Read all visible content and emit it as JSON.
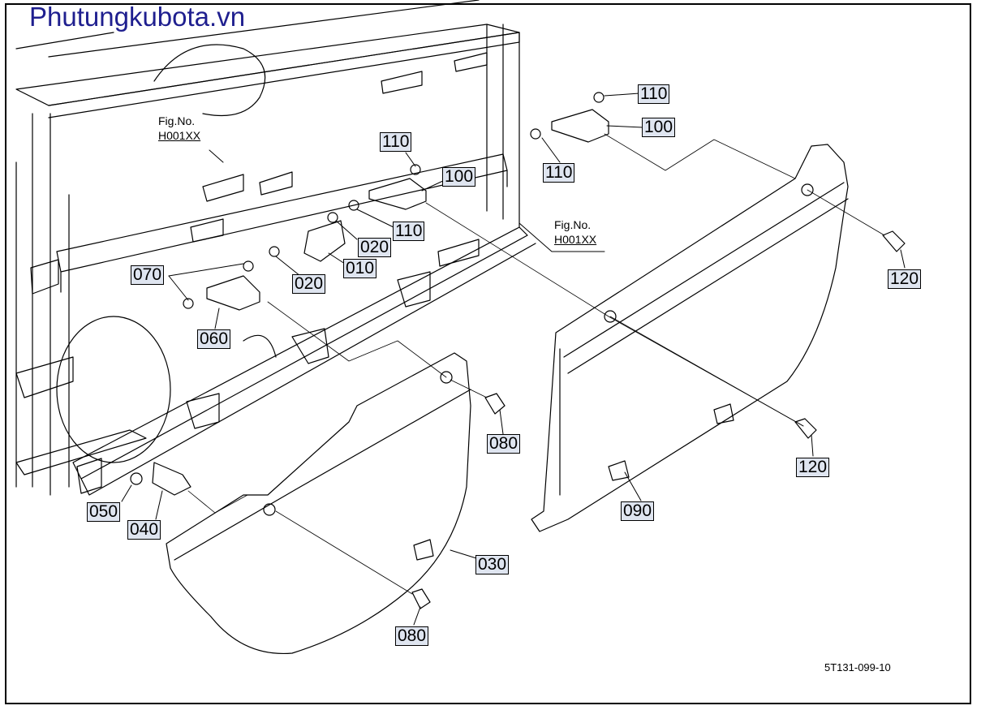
{
  "watermark": "Phutungkubota.vn",
  "drawing_number": "5T131-099-10",
  "fig_refs": [
    {
      "line1": "Fig.No.",
      "line2": "H001XX"
    },
    {
      "line1": "Fig.No.",
      "line2": "H001XX"
    }
  ],
  "callouts": [
    "110",
    "100",
    "110",
    "100",
    "110",
    "120",
    "020",
    "110",
    "010",
    "070",
    "020",
    "060",
    "080",
    "120",
    "050",
    "040",
    "090",
    "030",
    "080"
  ]
}
